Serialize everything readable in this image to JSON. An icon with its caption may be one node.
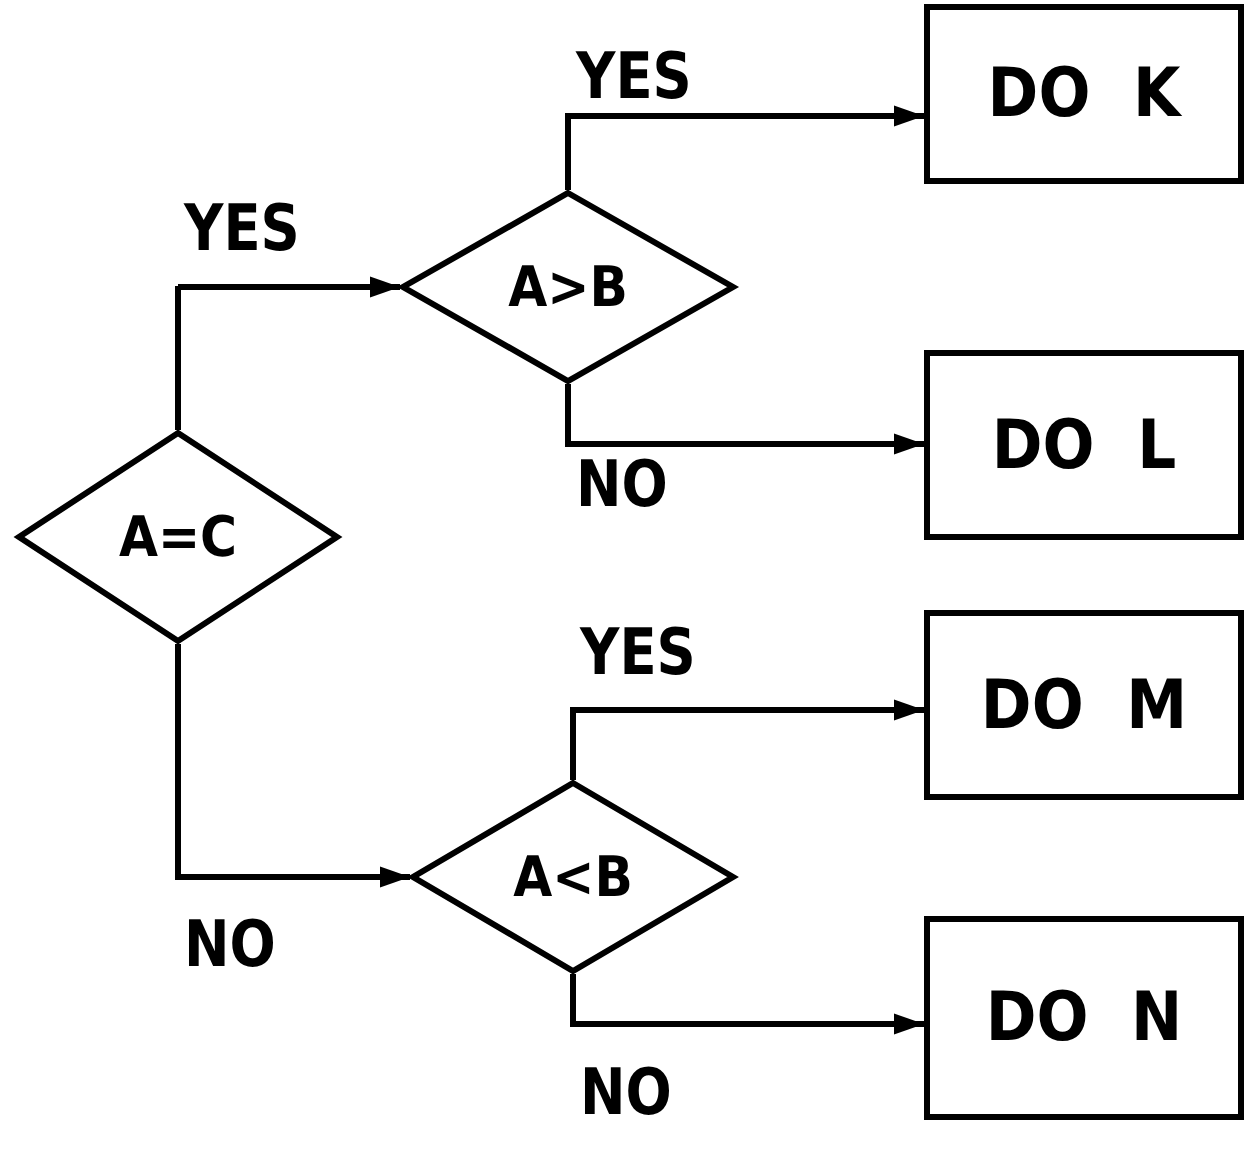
{
  "diagram": {
    "nodes": [
      {
        "text": [
          "A=C"
        ]
      },
      {
        "text": [
          "A>B"
        ]
      },
      {
        "text": [
          "A<B"
        ]
      },
      {
        "text": [
          "DO  K"
        ]
      },
      {
        "text": [
          "DO  L"
        ]
      },
      {
        "text": [
          "DO  M"
        ]
      },
      {
        "text": [
          "DO  N"
        ]
      }
    ],
    "edges": [
      {
        "from": 0,
        "to": 1,
        "arrow": "to",
        "label": "YES"
      },
      {
        "from": 0,
        "to": 2,
        "arrow": "to",
        "label": "NO"
      },
      {
        "from": 1,
        "to": 3,
        "arrow": "to",
        "label": "YES"
      },
      {
        "from": 1,
        "to": 4,
        "arrow": "to",
        "label": "NO"
      },
      {
        "from": 2,
        "to": 5,
        "arrow": "to",
        "label": "YES"
      },
      {
        "from": 2,
        "to": 6,
        "arrow": "to",
        "label": "NO"
      }
    ]
  }
}
